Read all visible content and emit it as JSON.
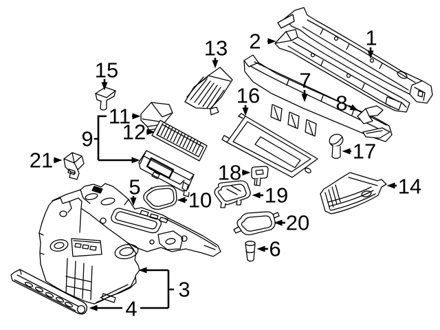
{
  "colors": {
    "line": "#000000",
    "background": "#ffffff"
  },
  "callouts": {
    "n1": "1",
    "n2": "2",
    "n3": "3",
    "n4": "4",
    "n5": "5",
    "n6": "6",
    "n7": "7",
    "n8": "8",
    "n9": "9",
    "n10": "10",
    "n11": "11",
    "n12": "12",
    "n13": "13",
    "n14": "14",
    "n15": "15",
    "n16": "16",
    "n17": "17",
    "n18": "18",
    "n19": "19",
    "n20": "20",
    "n21": "21"
  }
}
